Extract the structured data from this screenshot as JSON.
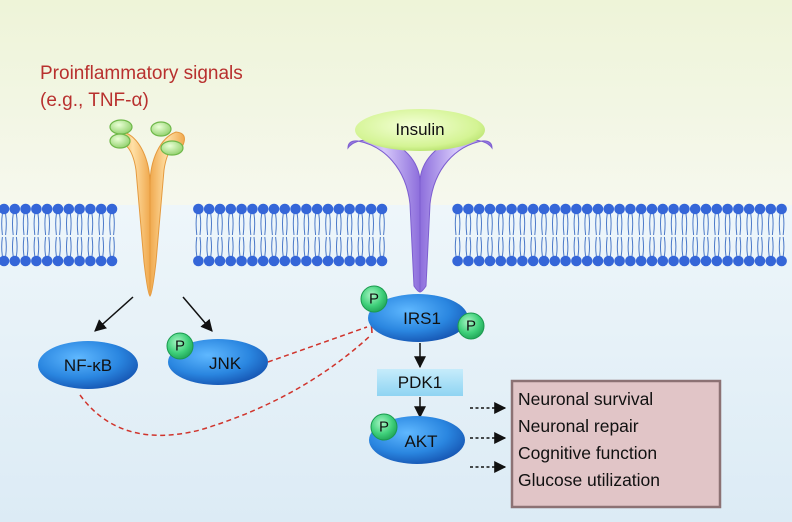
{
  "signals": {
    "title_line1": "Proinflammatory signals",
    "title_line2": "(e.g., TNF-α)"
  },
  "molecules": {
    "insulin": "Insulin",
    "irs1": "IRS1",
    "pdk1": "PDK1",
    "akt": "AKT",
    "nfkb": "NF-κB",
    "jnk": "JNK",
    "phospho": "P"
  },
  "outcomes": [
    "Neuronal survival",
    "Neuronal repair",
    "Cognitive function",
    "Glucose utilization"
  ],
  "colors": {
    "extracellular_bg": "#f2f6e2",
    "intracellular_bg": "#e2eff6",
    "membrane_head": "#3566d8",
    "tnf_receptor": "#f5b86a",
    "insulin_receptor": "#a58ae6",
    "insulin": "#c9ef8a",
    "signal_molecule": "#2b84e0",
    "phospho_marker": "#3fd07a",
    "pdk1_box": "#a6e0f6",
    "outcome_box": "#e3c7c9",
    "inhibition_line": "#d0342c",
    "title_red": "#b8302e"
  }
}
